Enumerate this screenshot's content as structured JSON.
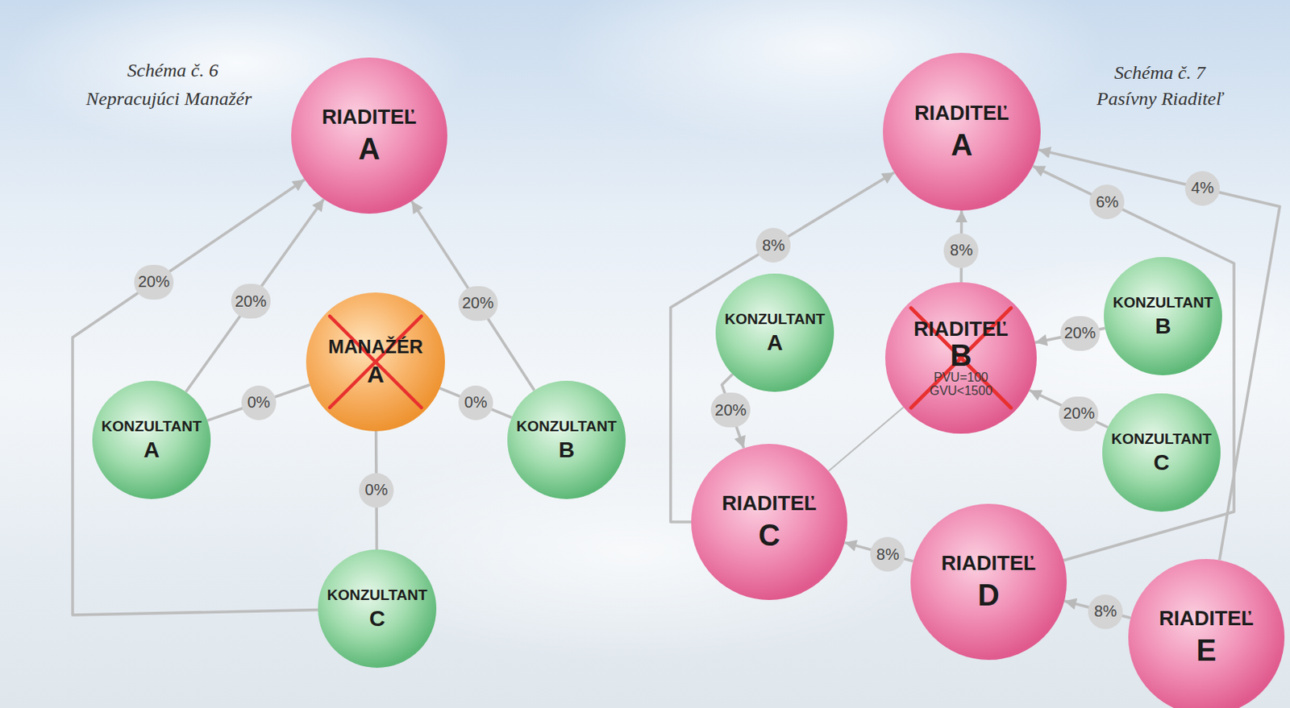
{
  "diagram": {
    "nodes": [
      {
        "text": [
          "RIADITEĽ",
          "A"
        ]
      },
      {
        "text": [
          "MANAŽÉR",
          "A"
        ]
      },
      {
        "text": [
          "KONZULTANT",
          "A"
        ]
      },
      {
        "text": [
          "KONZULTANT",
          "B"
        ]
      },
      {
        "text": [
          "KONZULTANT",
          "C"
        ]
      },
      {
        "text": [
          "RIADITEĽ",
          "A"
        ]
      },
      {
        "text": [
          "KONZULTANT",
          "A"
        ]
      },
      {
        "text": [
          "RIADITEĽ",
          "B",
          "PVU=100",
          "GVU<1500"
        ]
      },
      {
        "text": [
          "KONZULTANT",
          "B"
        ]
      },
      {
        "text": [
          "KONZULTANT",
          "C"
        ]
      },
      {
        "text": [
          "RIADITEĽ",
          "C"
        ]
      },
      {
        "text": [
          "RIADITEĽ",
          "D"
        ]
      },
      {
        "text": [
          "RIADITEĽ",
          "E"
        ]
      }
    ],
    "edges": [
      {
        "from": 2,
        "to": 0,
        "arrow": "to",
        "label": "20%"
      },
      {
        "from": 4,
        "to": 0,
        "arrow": "to",
        "label": "20%"
      },
      {
        "from": 3,
        "to": 0,
        "arrow": "to",
        "label": "20%"
      },
      {
        "from": 2,
        "to": 1,
        "arrow": "none",
        "label": "0%"
      },
      {
        "from": 3,
        "to": 1,
        "arrow": "none",
        "label": "0%"
      },
      {
        "from": 4,
        "to": 1,
        "arrow": "none",
        "label": "0%"
      },
      {
        "from": 7,
        "to": 5,
        "arrow": "to",
        "label": "8%"
      },
      {
        "from": 10,
        "to": 5,
        "arrow": "to",
        "label": "8%"
      },
      {
        "from": 6,
        "to": 10,
        "arrow": "to",
        "label": "20%"
      },
      {
        "from": 8,
        "to": 7,
        "arrow": "to",
        "label": "20%"
      },
      {
        "from": 9,
        "to": 7,
        "arrow": "to",
        "label": "20%"
      },
      {
        "from": 11,
        "to": 10,
        "arrow": "to",
        "label": "8%"
      },
      {
        "from": 11,
        "to": 5,
        "arrow": "to",
        "label": "6%"
      },
      {
        "from": 12,
        "to": 5,
        "arrow": "to",
        "label": "4%"
      },
      {
        "from": 12,
        "to": 11,
        "arrow": "to",
        "label": "8%"
      },
      {
        "from": 10,
        "to": 7,
        "arrow": "none"
      }
    ],
    "labels": [
      "Schéma č. 6",
      "Nepracujúci Manažér",
      "Schéma č. 7",
      "Pasívny Riaditeľ"
    ]
  }
}
